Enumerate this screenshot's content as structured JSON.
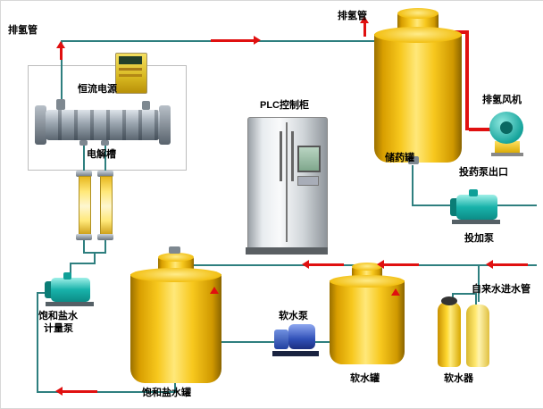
{
  "labels": {
    "hydrogen_pipe_left": "排氢管",
    "hydrogen_pipe_top": "排氢管",
    "power_supply": "恒流电源",
    "electrolyzer": "电解槽",
    "plc_cabinet": "PLC控制柜",
    "storage_tank": "储药罐",
    "exhaust_fan": "排氢风机",
    "dosing_pump_outlet": "投药泵出口",
    "dosing_pump": "投加泵",
    "tap_water_inlet": "自来水进水管",
    "water_softener": "软水器",
    "soft_water_tank": "软水罐",
    "soft_water_pump": "软水泵",
    "brine_pump_line1": "饱和盐水",
    "brine_pump_line2": "计量泵",
    "brine_tank": "饱和盐水罐"
  },
  "colors": {
    "tank_yellow": "#f7c81e",
    "pipe_teal": "#2e7f7f",
    "flow_arrow_red": "#e01010",
    "pump_teal": "#18b2aa",
    "pump_blue": "#3050b8",
    "cabinet_gray": "#d9dde0"
  }
}
